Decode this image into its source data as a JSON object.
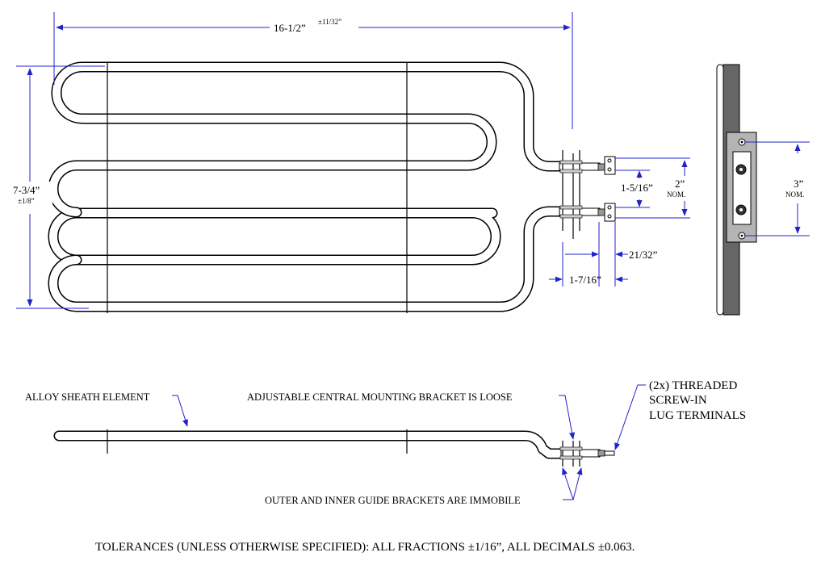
{
  "dimensions": {
    "overall_length": "16-1/2”",
    "overall_length_tol": "±11/32”",
    "overall_height": "7-3/4”",
    "overall_height_tol": "±1/8”",
    "terminal_spacing": "1-5/16”",
    "nominal_spacing": "2”",
    "nominal_label": "NOM.",
    "lug_offset": "21/32”",
    "bracket_length": "1-7/16”",
    "bracket_hole_spacing": "3”",
    "bracket_nominal_label": "NOM."
  },
  "callouts": {
    "sheath": "ALLOY SHEATH ELEMENT",
    "mounting_bracket": "ADJUSTABLE CENTRAL MOUNTING BRACKET IS LOOSE",
    "terminals_line1": "(2x) THREADED",
    "terminals_line2": "SCREW-IN",
    "terminals_line3": "LUG TERMINALS",
    "guide_brackets": "OUTER AND INNER GUIDE BRACKETS ARE IMMOBILE"
  },
  "footer": "TOLERANCES (UNLESS OTHERWISE SPECIFIED): ALL FRACTIONS ±1/16”, ALL DECIMALS ±0.063.",
  "colors": {
    "dimension": "#2222cc",
    "line": "#000000",
    "bracket": "#a0a0a0"
  }
}
